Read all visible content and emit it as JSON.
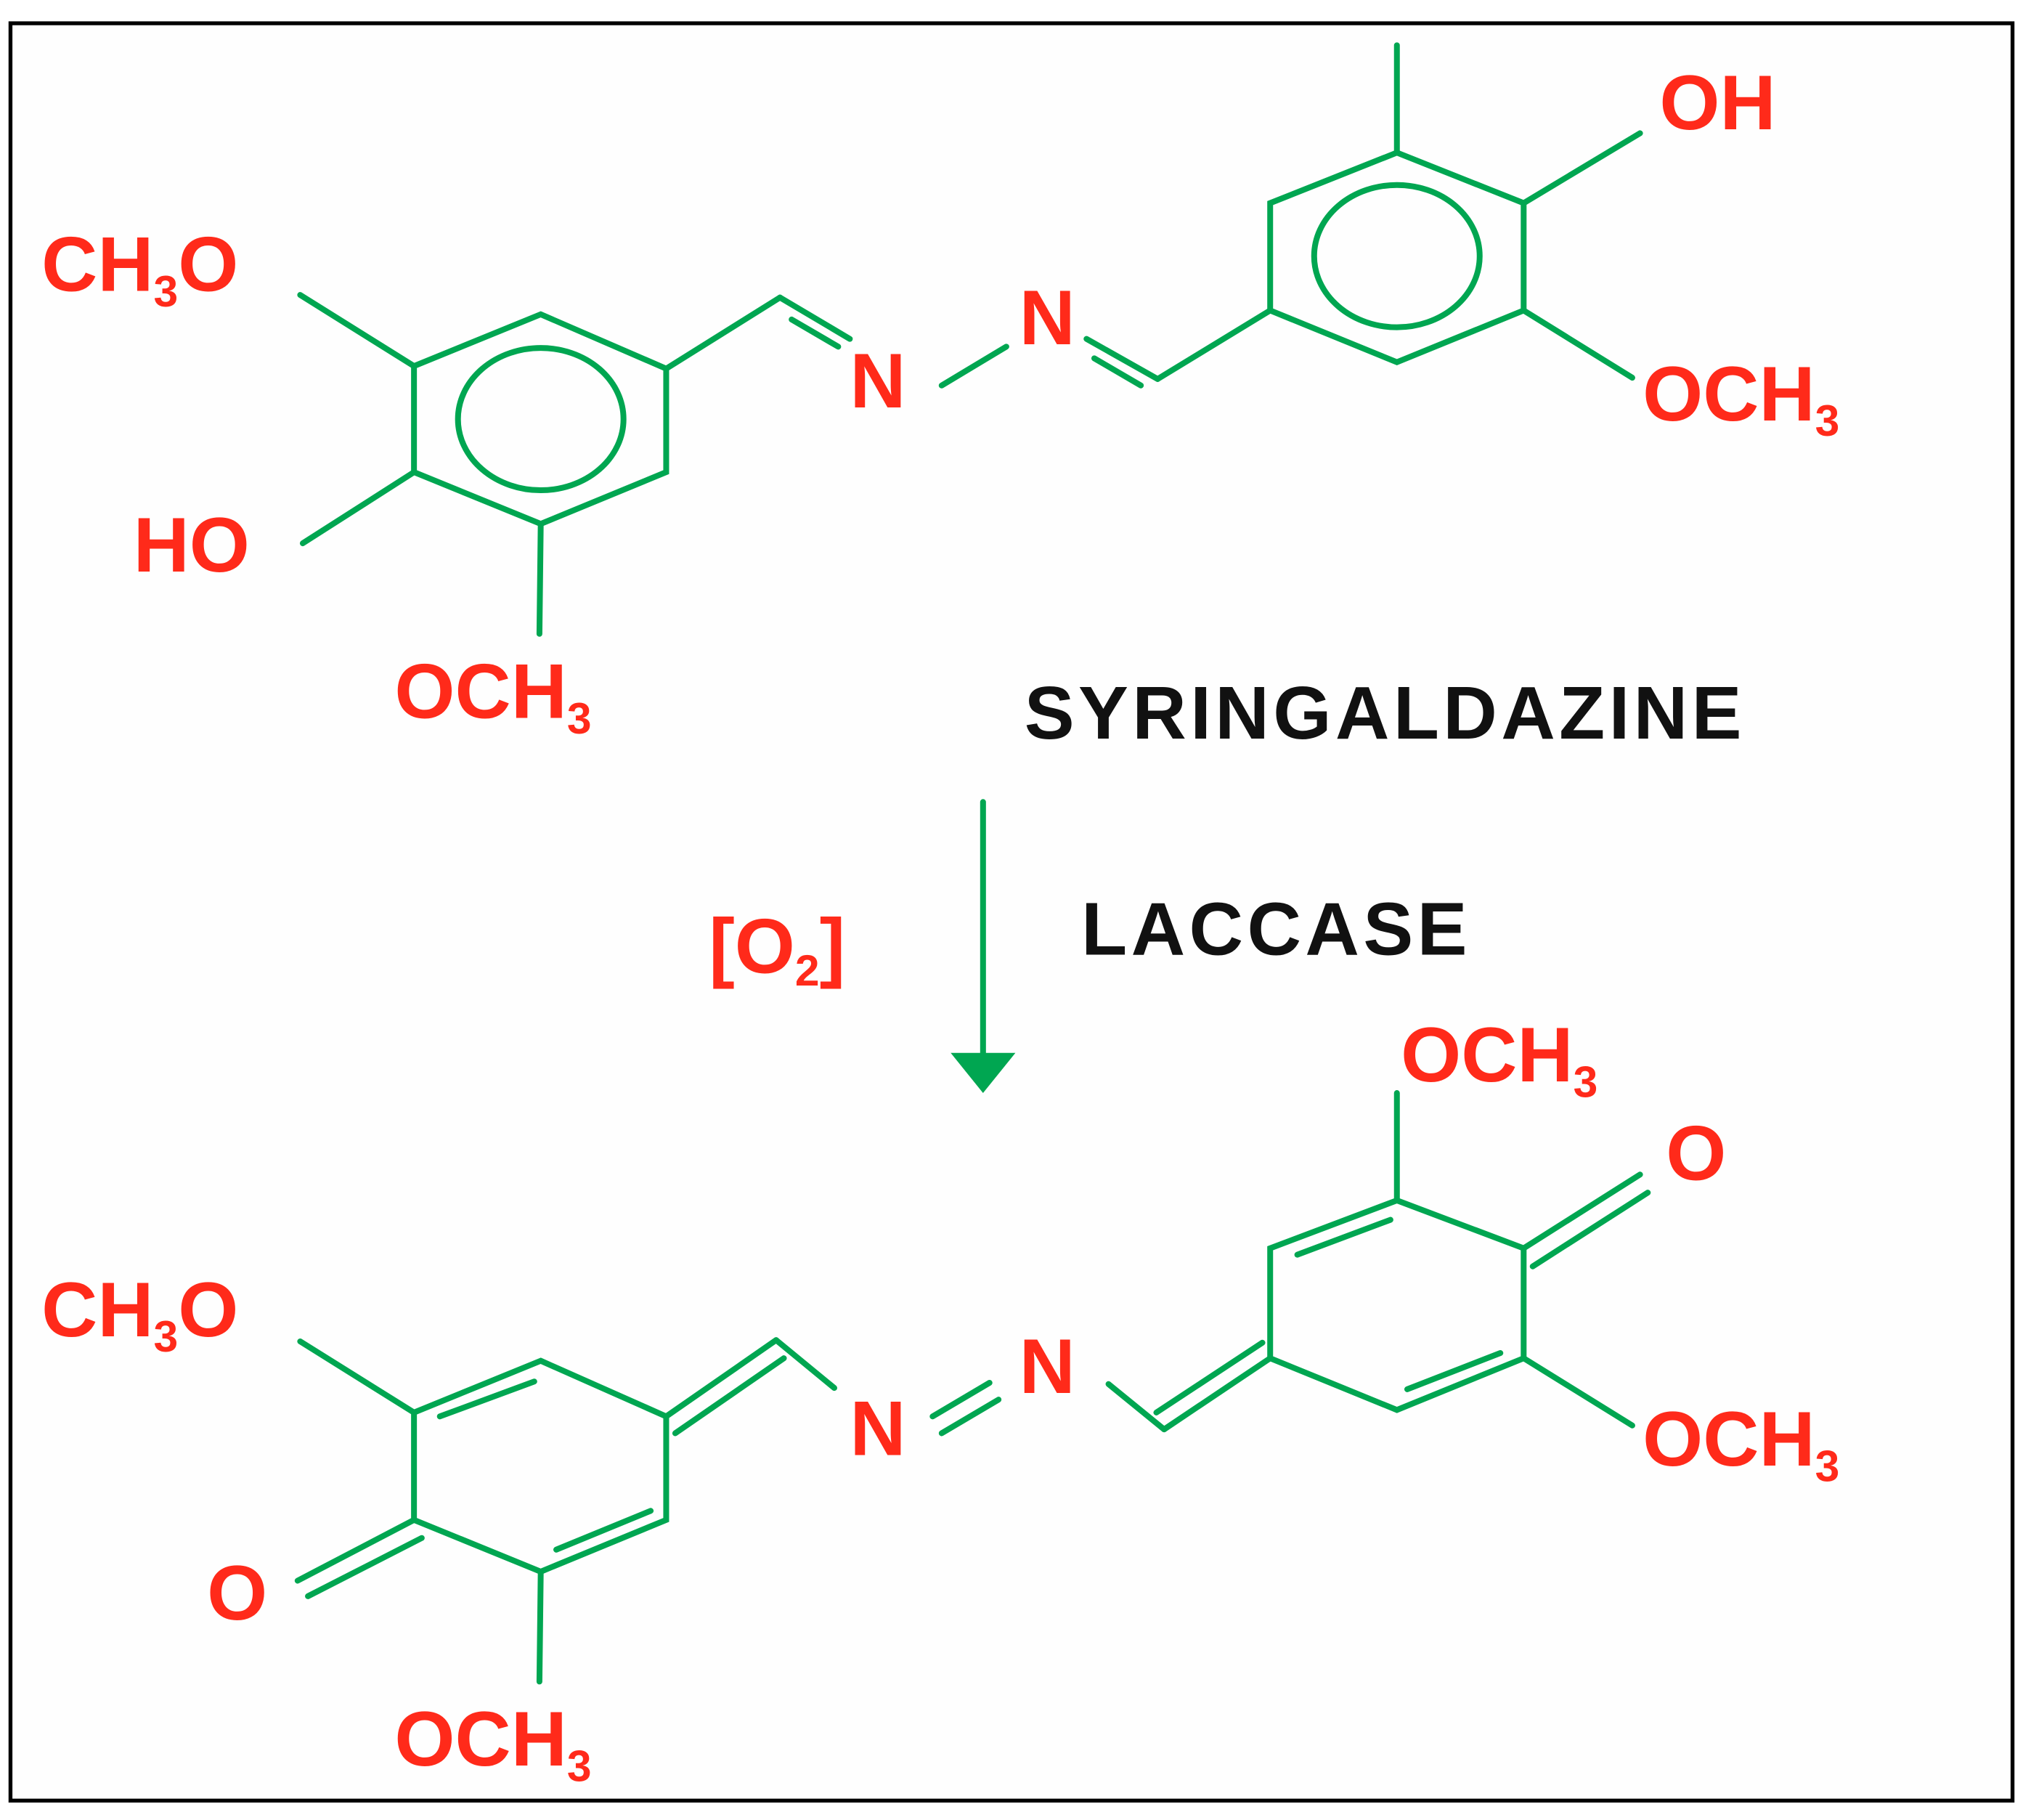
{
  "colors": {
    "bond": "#00a651",
    "atom": "#ff2a1a",
    "text": "#111111",
    "border": "#000000"
  },
  "reactant": {
    "name": "SYRINGALDAZINE",
    "labels": {
      "ch3o": {
        "a": "CH",
        "sub": "3",
        "b": "O"
      },
      "ho": "HO",
      "och3_bottom": {
        "a": "OCH",
        "sub": "3"
      },
      "n1": "N",
      "n2": "N",
      "oh": "OH",
      "och3_right": {
        "a": "OCH",
        "sub": "3"
      }
    }
  },
  "reaction": {
    "reagent": {
      "a": "[O",
      "sub": "2",
      "b": "]"
    },
    "enzyme": "LACCASE",
    "arrow_icon": "down-arrow"
  },
  "product": {
    "labels": {
      "ch3o": {
        "a": "CH",
        "sub": "3",
        "b": "O"
      },
      "o_left": "O",
      "och3_bottom": {
        "a": "OCH",
        "sub": "3"
      },
      "n1": "N",
      "n2": "N",
      "och3_top": {
        "a": "OCH",
        "sub": "3"
      },
      "o_right": "O",
      "och3_right": {
        "a": "OCH",
        "sub": "3"
      }
    }
  }
}
